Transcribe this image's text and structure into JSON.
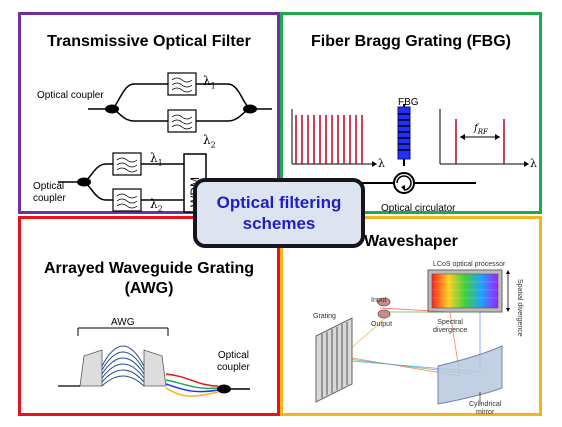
{
  "center": {
    "line1": "Optical filtering",
    "line2": "schemes"
  },
  "filter_panel": {
    "title": "Transmissive Optical Filter",
    "coupler_label": "Optical coupler",
    "coupler_label_2_line1": "Optical",
    "coupler_label_2_line2": "coupler",
    "lambda1": "λ",
    "lambda_sub1": "1",
    "lambda_sub2": "2",
    "wdm": "WDM"
  },
  "fbg_panel": {
    "title": "Fiber Bragg Grating (FBG)",
    "fbg_label": "FBG",
    "circulator_label": "Optical circulator",
    "lambda": "λ",
    "frf": "f",
    "frf_sub": "RF"
  },
  "awg_panel": {
    "title_line1": "Arrayed Waveguide Grating",
    "title_line2": "(AWG)",
    "awg_label": "AWG",
    "coupler_line1": "Optical",
    "coupler_line2": "coupler"
  },
  "wave_panel": {
    "title": "Waveshaper",
    "lcos": "LCoS optical processor",
    "spatial1": "Spatial",
    "spatial2": "divergence",
    "spectral1": "Spectral",
    "spectral2": "divergence",
    "grating": "Grating",
    "input": "Input",
    "output": "Output",
    "mirror1": "Cylindrical",
    "mirror2": "mirror"
  }
}
